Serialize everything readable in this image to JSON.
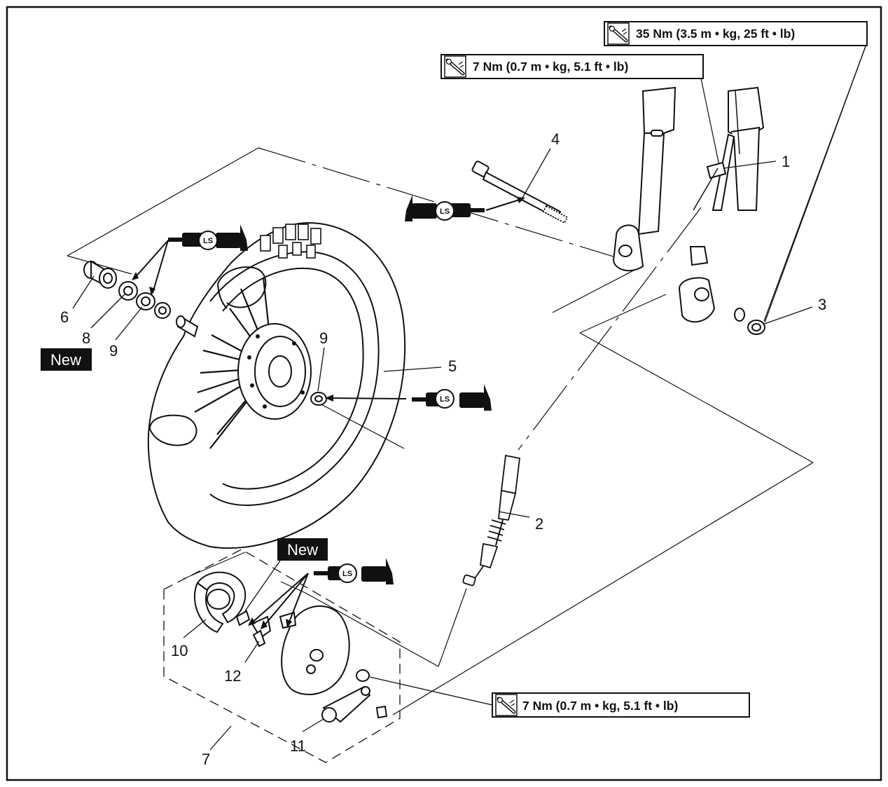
{
  "torque_specs": {
    "spec_top": "35 Nm (3.5 m • kg, 25 ft • lb)",
    "spec_upper": "7 Nm (0.7 m • kg, 5.1 ft • lb)",
    "spec_lower": "7 Nm (0.7 m • kg, 5.1 ft • lb)"
  },
  "labels": {
    "new_badge": "New",
    "lubricant": "LS"
  },
  "callouts": {
    "c1": "1",
    "c2": "2",
    "c3": "3",
    "c4": "4",
    "c5": "5",
    "c6": "6",
    "c7": "7",
    "c8": "8",
    "c9a": "9",
    "c9b": "9",
    "c10": "10",
    "c11": "11",
    "c12": "12"
  },
  "icons": [
    "torque-wrench-icon",
    "grease-gun-icon"
  ],
  "colors": {
    "ink": "#111111",
    "paper": "#ffffff",
    "badge": "#111111"
  }
}
